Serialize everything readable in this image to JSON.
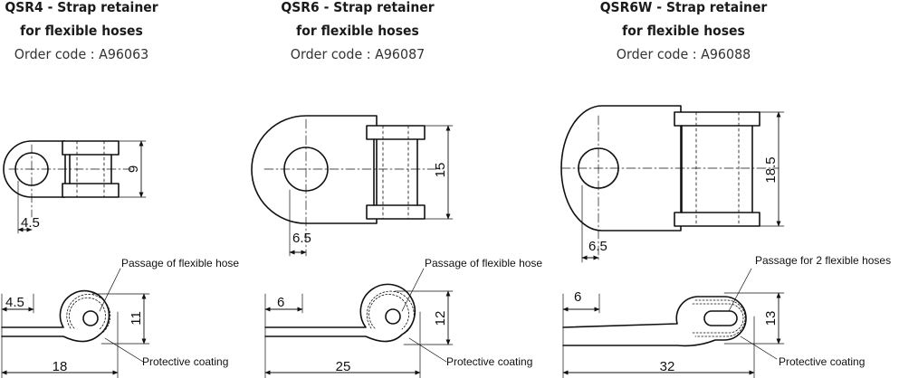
{
  "products": [
    {
      "code": "QSR4",
      "title_rest": " - Strap retainer",
      "subtitle": "for flexible hoses",
      "order": "Order code : A96063",
      "dims": {
        "hole_offset": "4.5",
        "height": "9",
        "side_offset": "4.5",
        "side_height": "11",
        "length": "18"
      },
      "passage_label": "Passage of flexible hose",
      "coating_label": "Protective coating"
    },
    {
      "code": "QSR6",
      "title_rest": " - Strap retainer",
      "subtitle": "for flexible hoses",
      "order": "Order code : A96087",
      "dims": {
        "hole_offset": "6.5",
        "height": "15",
        "side_offset": "6",
        "side_height": "12",
        "length": "25"
      },
      "passage_label": "Passage of flexible hose",
      "coating_label": "Protective coating"
    },
    {
      "code": "QSR6W",
      "title_rest": " - Strap retainer",
      "subtitle": "for flexible hoses",
      "order": "Order code : A96088",
      "dims": {
        "hole_offset": "6.5",
        "height": "18.5",
        "side_offset": "6",
        "side_height": "13",
        "length": "32"
      },
      "passage_label": "Passage for 2 flexible hoses",
      "coating_label": "Protective coating"
    }
  ]
}
